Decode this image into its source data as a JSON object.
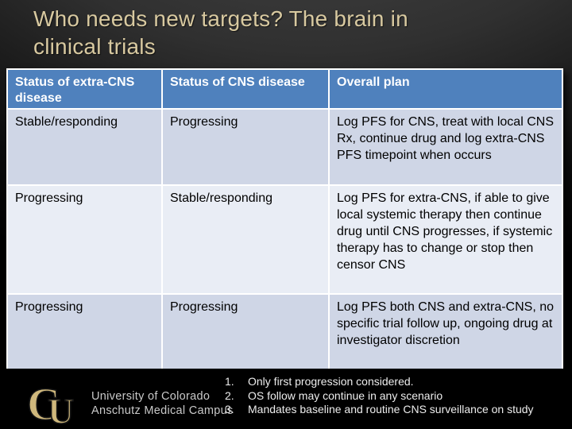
{
  "title": {
    "line1": "Who needs new targets? The brain in",
    "line2": "clinical trials"
  },
  "table": {
    "headers": [
      "Status of extra-CNS disease",
      "Status of CNS disease",
      "Overall plan"
    ],
    "rows": [
      [
        "Stable/responding",
        "Progressing",
        "Log PFS for CNS, treat with local CNS Rx, continue drug and log extra-CNS PFS timepoint when occurs"
      ],
      [
        "Progressing",
        "Stable/responding",
        "Log PFS for extra-CNS, if able to give local systemic therapy then continue drug until CNS progresses, if systemic therapy has to change or stop then censor CNS"
      ],
      [
        "Progressing",
        "Progressing",
        "Log PFS both CNS and extra-CNS, no specific trial follow up, ongoing drug at investigator discretion"
      ]
    ]
  },
  "footnotes": [
    {
      "num": "1.",
      "text": "Only first progression considered."
    },
    {
      "num": "2.",
      "text": "OS follow may continue in any scenario"
    },
    {
      "num": "3.",
      "text": "Mandates baseline and routine CNS surveillance on study"
    }
  ],
  "logo": {
    "letter_c": "C",
    "letter_u": "U",
    "line1": "University of Colorado",
    "line2": "Anschutz Medical Campus"
  },
  "colors": {
    "header_bg": "#4F81BD",
    "row_band_dark": "#CFD6E6",
    "row_band_light": "#E9EDF5",
    "table_border": "#FFFFFF",
    "title_text": "#D8C9A0",
    "footnote_text": "#EDEDED",
    "logo_gold": "#CFB87C",
    "logo_text": "#C9C9C9"
  }
}
